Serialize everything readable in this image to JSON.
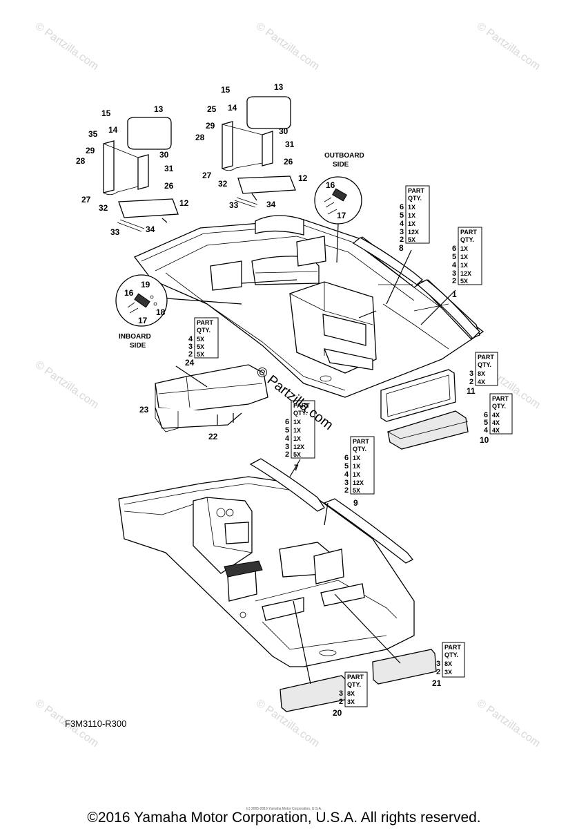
{
  "watermark": {
    "site_text": "© Partzilla.com",
    "center_text": "© Partzilla.com"
  },
  "labels": {
    "outboard_side": [
      "OUTBOARD",
      "SIDE"
    ],
    "inboard_side": [
      "INBOARD",
      "SIDE"
    ]
  },
  "callouts": [
    {
      "id": "c13a",
      "text": "13"
    },
    {
      "id": "c15a",
      "text": "15"
    },
    {
      "id": "c14a",
      "text": "14"
    },
    {
      "id": "c35",
      "text": "35"
    },
    {
      "id": "c29a",
      "text": "29"
    },
    {
      "id": "c28a",
      "text": "28"
    },
    {
      "id": "c30a",
      "text": "30"
    },
    {
      "id": "c31a",
      "text": "31"
    },
    {
      "id": "c26a",
      "text": "26"
    },
    {
      "id": "c27a",
      "text": "27"
    },
    {
      "id": "c32a",
      "text": "32"
    },
    {
      "id": "c12a",
      "text": "12"
    },
    {
      "id": "c33a",
      "text": "33"
    },
    {
      "id": "c34a",
      "text": "34"
    },
    {
      "id": "c15b",
      "text": "15"
    },
    {
      "id": "c13b",
      "text": "13"
    },
    {
      "id": "c14b",
      "text": "14"
    },
    {
      "id": "c25",
      "text": "25"
    },
    {
      "id": "c29b",
      "text": "29"
    },
    {
      "id": "c28b",
      "text": "28"
    },
    {
      "id": "c30b",
      "text": "30"
    },
    {
      "id": "c31b",
      "text": "31"
    },
    {
      "id": "c26b",
      "text": "26"
    },
    {
      "id": "c27b",
      "text": "27"
    },
    {
      "id": "c32b",
      "text": "32"
    },
    {
      "id": "c12b",
      "text": "12"
    },
    {
      "id": "c33b",
      "text": "33"
    },
    {
      "id": "c34b",
      "text": "34"
    },
    {
      "id": "c16a",
      "text": "16"
    },
    {
      "id": "c17a",
      "text": "17"
    },
    {
      "id": "c19",
      "text": "19"
    },
    {
      "id": "c16b",
      "text": "16"
    },
    {
      "id": "c18",
      "text": "18"
    },
    {
      "id": "c17b",
      "text": "17"
    },
    {
      "id": "c8",
      "text": "8"
    },
    {
      "id": "c1",
      "text": "1"
    },
    {
      "id": "c24",
      "text": "24"
    },
    {
      "id": "c23",
      "text": "23"
    },
    {
      "id": "c22",
      "text": "22"
    },
    {
      "id": "c11",
      "text": "11"
    },
    {
      "id": "c10",
      "text": "10"
    },
    {
      "id": "c7",
      "text": "7"
    },
    {
      "id": "c9",
      "text": "9"
    },
    {
      "id": "c21",
      "text": "21"
    },
    {
      "id": "c20",
      "text": "20"
    }
  ],
  "qty_tables": [
    {
      "id": "t8",
      "header": [
        "PART",
        "QTY."
      ],
      "rows": [
        [
          "6",
          "1X"
        ],
        [
          "5",
          "1X"
        ],
        [
          "4",
          "1X"
        ],
        [
          "3",
          "12X"
        ],
        [
          "2",
          "5X"
        ]
      ]
    },
    {
      "id": "t1",
      "header": [
        "PART",
        "QTY."
      ],
      "rows": [
        [
          "6",
          "1X"
        ],
        [
          "5",
          "1X"
        ],
        [
          "4",
          "1X"
        ],
        [
          "3",
          "12X"
        ],
        [
          "2",
          "5X"
        ]
      ]
    },
    {
      "id": "t24",
      "header": [
        "PART",
        "QTY."
      ],
      "rows": [
        [
          "4",
          "5X"
        ],
        [
          "3",
          "5X"
        ],
        [
          "2",
          "5X"
        ]
      ]
    },
    {
      "id": "t11",
      "header": [
        "PART",
        "QTY."
      ],
      "rows": [
        [
          "3",
          "8X"
        ],
        [
          "2",
          "4X"
        ]
      ]
    },
    {
      "id": "t10",
      "header": [
        "PART",
        "QTY."
      ],
      "rows": [
        [
          "6",
          "4X"
        ],
        [
          "5",
          "4X"
        ],
        [
          "4",
          "4X"
        ]
      ]
    },
    {
      "id": "t7",
      "header": [
        "PART",
        "QTY."
      ],
      "rows": [
        [
          "6",
          "1X"
        ],
        [
          "5",
          "1X"
        ],
        [
          "4",
          "1X"
        ],
        [
          "3",
          "12X"
        ],
        [
          "2",
          "5X"
        ]
      ]
    },
    {
      "id": "t9",
      "header": [
        "PART",
        "QTY."
      ],
      "rows": [
        [
          "6",
          "1X"
        ],
        [
          "5",
          "1X"
        ],
        [
          "4",
          "1X"
        ],
        [
          "3",
          "12X"
        ],
        [
          "2",
          "5X"
        ]
      ]
    },
    {
      "id": "t21",
      "header": [
        "PART",
        "QTY."
      ],
      "rows": [
        [
          "3",
          "8X"
        ],
        [
          "2",
          "3X"
        ]
      ]
    },
    {
      "id": "t20",
      "header": [
        "PART",
        "QTY."
      ],
      "rows": [
        [
          "3",
          "8X"
        ],
        [
          "2",
          "3X"
        ]
      ]
    }
  ],
  "diagram_code": "F3M3110-R300",
  "small_copyright": "(c) 2005-2016 Yamaha Motor Corporation, U.S.A.",
  "copyright": "©2016 Yamaha Motor Corporation, U.S.A. All rights reserved."
}
